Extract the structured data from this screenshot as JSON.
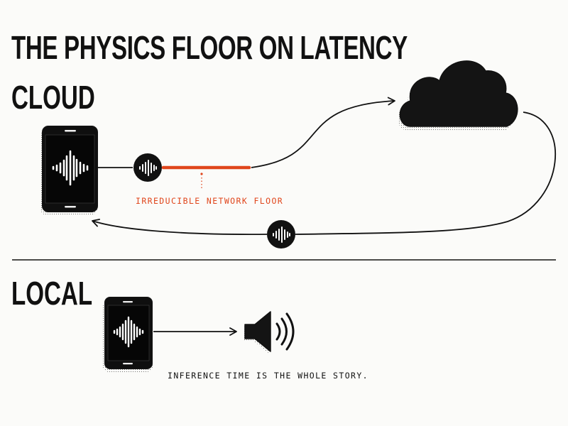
{
  "title": "THE PHYSICS FLOOR ON LATENCY",
  "sections": {
    "cloud": {
      "label": "CLOUD",
      "annotation": "IRREDUCIBLE NETWORK FLOOR"
    },
    "local": {
      "label": "LOCAL",
      "caption": "INFERENCE TIME IS THE WHOLE STORY."
    }
  },
  "colors": {
    "ink": "#111111",
    "accent": "#e0461c",
    "background": "#fbfbf9"
  },
  "icons": [
    "phone-icon",
    "audio-waveform-icon",
    "cloud-icon",
    "speaker-icon"
  ]
}
